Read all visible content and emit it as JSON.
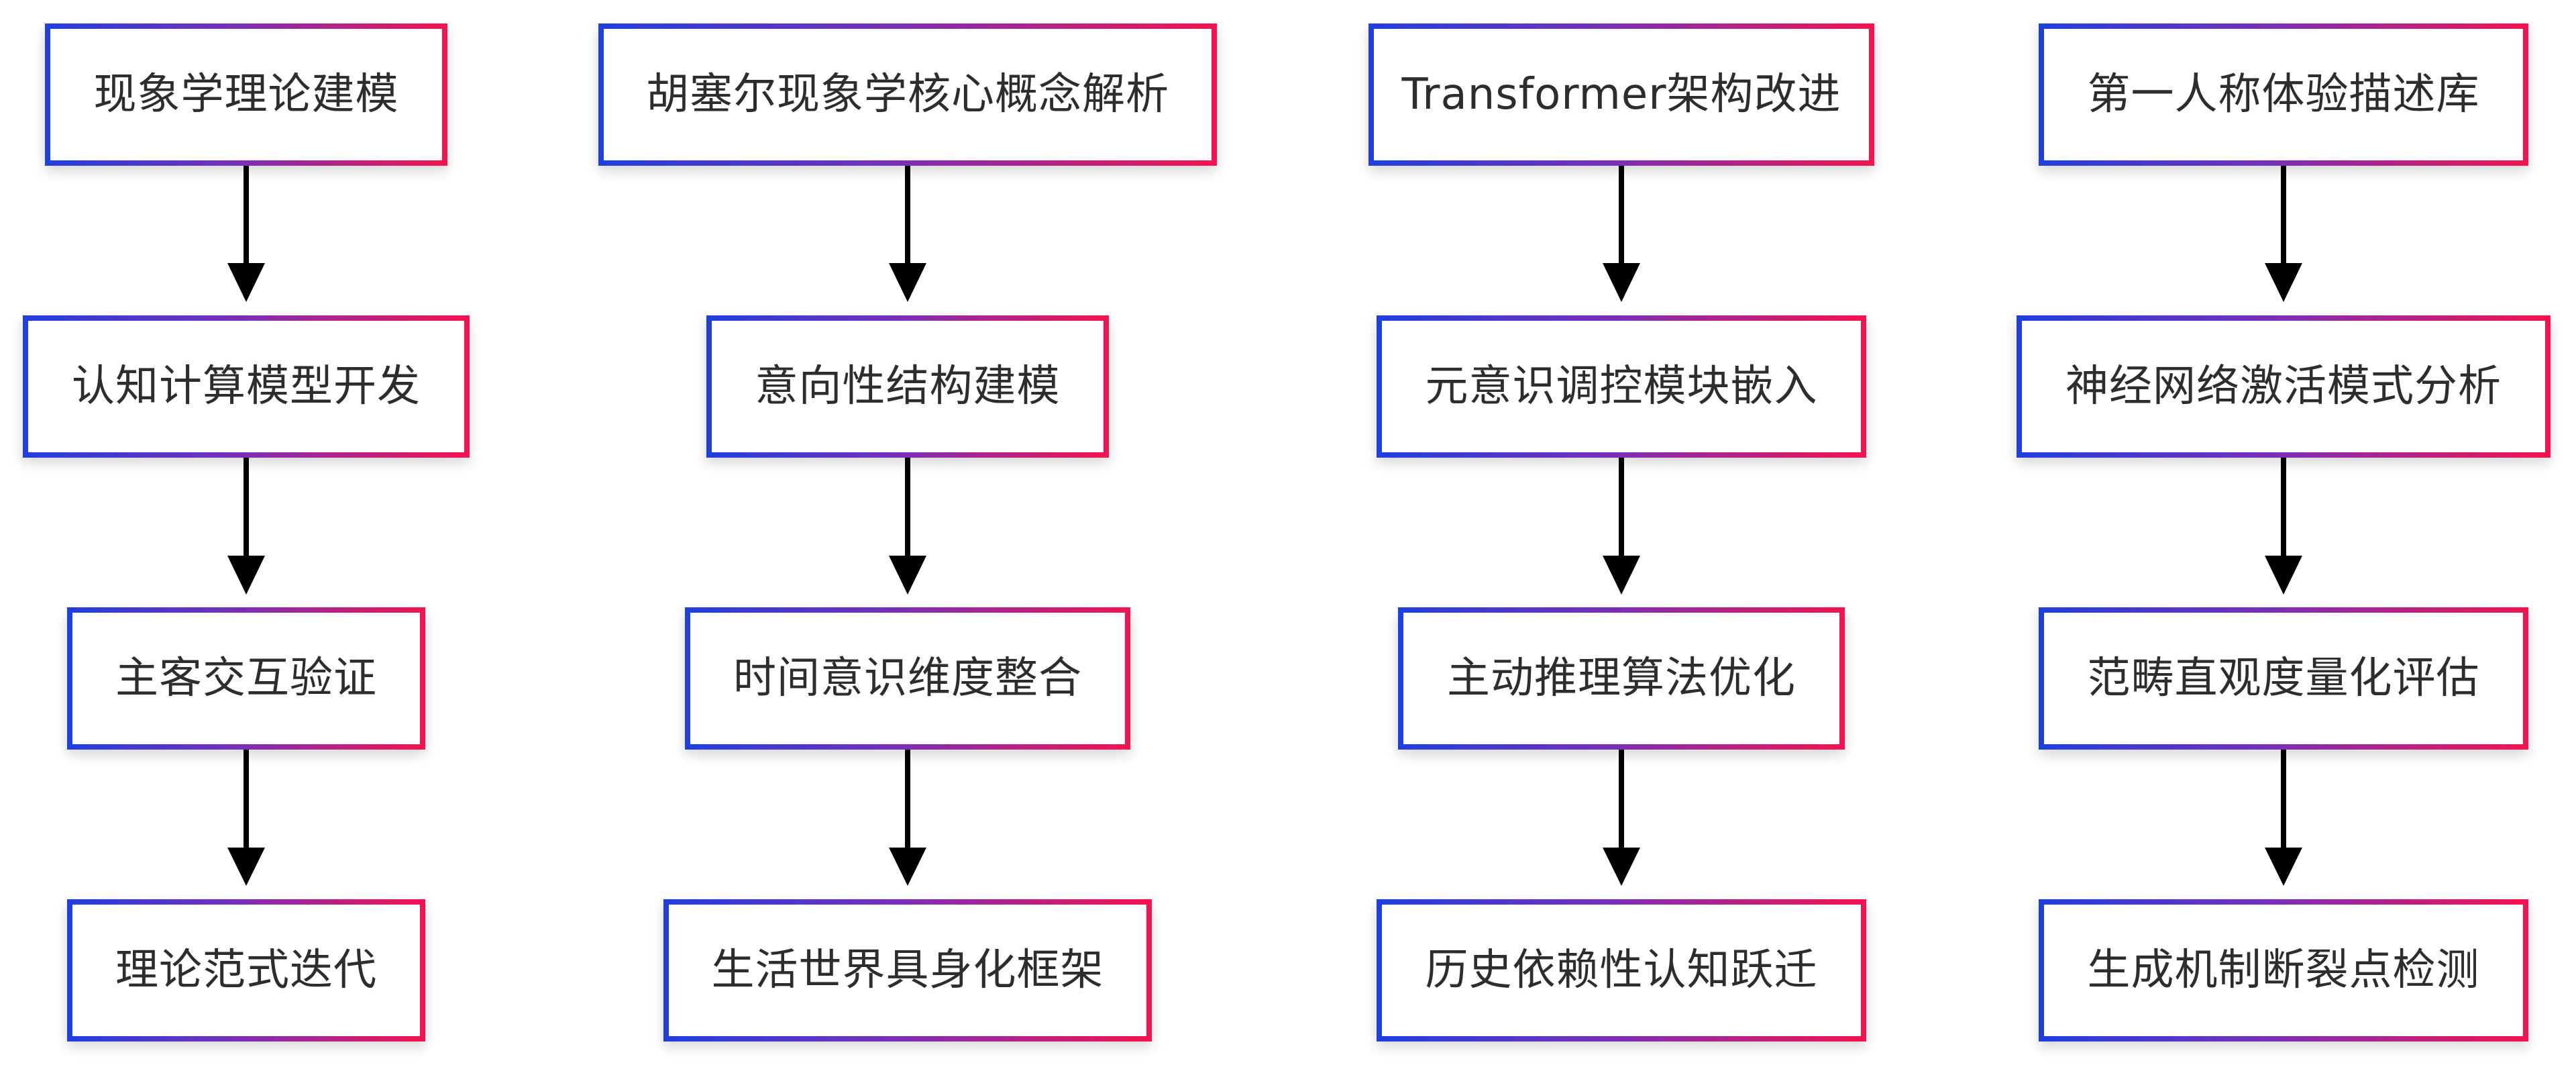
{
  "diagram": {
    "columns": [
      {
        "id": "col1",
        "nodes": [
          "现象学理论建模",
          "认知计算模型开发",
          "主客交互验证",
          "理论范式迭代"
        ]
      },
      {
        "id": "col2",
        "nodes": [
          "胡塞尔现象学核心概念解析",
          "意向性结构建模",
          "时间意识维度整合",
          "生活世界具身化框架"
        ]
      },
      {
        "id": "col3",
        "nodes": [
          "Transformer架构改进",
          "元意识调控模块嵌入",
          "主动推理算法优化",
          "历史依赖性认知跃迁"
        ]
      },
      {
        "id": "col4",
        "nodes": [
          "第一人称体验描述库",
          "神经网络激活模式分析",
          "范畴直观度量化评估",
          "生成机制断裂点检测"
        ]
      }
    ],
    "colors": {
      "border_start": "#1f3fe0",
      "border_end": "#f5134f",
      "arrow": "#000000",
      "text": "#2d2d2d"
    }
  }
}
